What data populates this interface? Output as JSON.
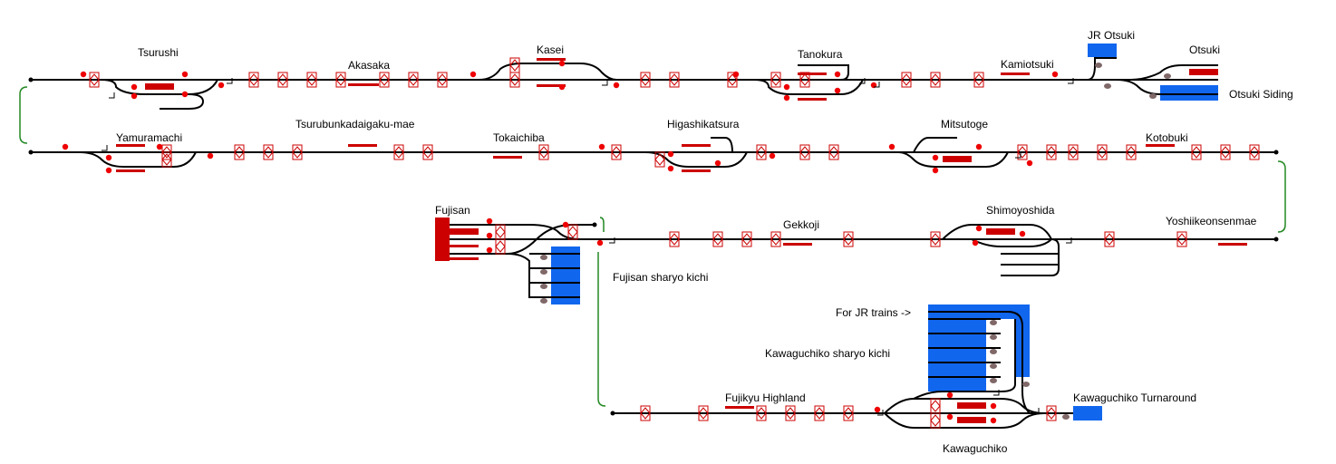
{
  "colors": {
    "track": "#000000",
    "platform": "#cc0000",
    "signal": "#ee0000",
    "crossing": "#cc0000",
    "depot": "#1166ee",
    "connector": "#228822",
    "vehicle": "#806868"
  },
  "stations": {
    "tsurushi": "Tsurushi",
    "akasaka": "Akasaka",
    "kasei": "Kasei",
    "tanokura": "Tanokura",
    "kamiotsuki": "Kamiotsuki",
    "jr_otsuki": "JR Otsuki",
    "otsuki": "Otsuki",
    "otsuki_siding": "Otsuki Siding",
    "yamuramachi": "Yamuramachi",
    "tsurubunkadaigaku_mae": "Tsurubunkadaigaku-mae",
    "tokaichiba": "Tokaichiba",
    "higashikatsura": "Higashikatsura",
    "mitsutoge": "Mitsutoge",
    "kotobuki": "Kotobuki",
    "fujisan": "Fujisan",
    "gekkoji": "Gekkoji",
    "shimoyoshida": "Shimoyoshida",
    "yoshiikeonsenmae": "Yoshiikeonsenmae",
    "fujisan_sharyo_kichi": "Fujisan sharyo kichi",
    "for_jr_trains": "For JR trains ->",
    "kawaguchiko_sharyo_kichi": "Kawaguchiko sharyo kichi",
    "fujikyu_highland": "Fujikyu Highland",
    "kawaguchiko_turnaround": "Kawaguchiko Turnaround",
    "kawaguchiko": "Kawaguchiko"
  }
}
